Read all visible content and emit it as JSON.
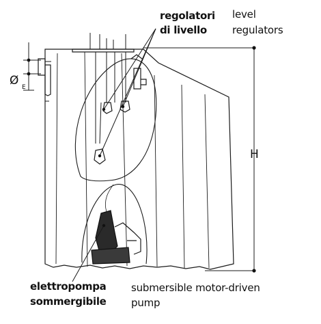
{
  "labels": {
    "level_regulators_it_line1": "regolatori",
    "level_regulators_it_line2": "di livello",
    "level_regulators_en_line1": "level",
    "level_regulators_en_line2": "regulators",
    "pump_it_line1": "elettropompa",
    "pump_it_line2": "sommergibile",
    "pump_en_line1": "submersible motor-driven",
    "pump_en_line2": "pump"
  },
  "dimensions": {
    "height_symbol": "H",
    "diameter_symbol": "Ø",
    "diameter_subscript": "E"
  },
  "colors": {
    "line": "#1a1a1a",
    "fill_window": "#ffffff",
    "background": "#ffffff"
  }
}
